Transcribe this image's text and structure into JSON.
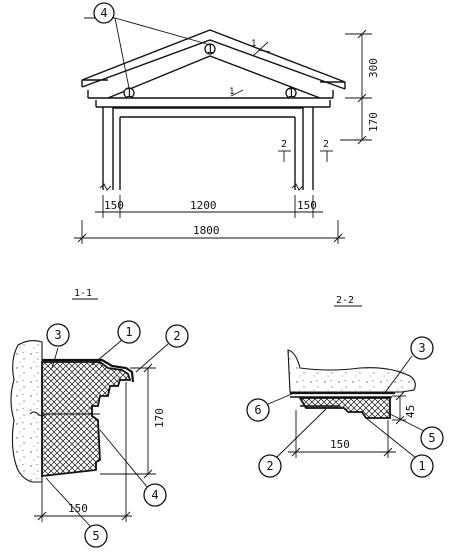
{
  "elevation": {
    "callout_top": "4",
    "section_mark": "1",
    "dims_vertical": [
      "300",
      "170"
    ],
    "dims_horizontal": [
      "150",
      "1200",
      "150"
    ],
    "dim_total": "1800",
    "section_tag_right": "2",
    "section_tag_right2": "2"
  },
  "section_1_1": {
    "title": "1-1",
    "callouts": [
      "3",
      "1",
      "2",
      "4",
      "5"
    ],
    "dim_height": "170",
    "dim_width": "150"
  },
  "section_2_2": {
    "title": "2-2",
    "callouts": [
      "3",
      "6",
      "5",
      "2",
      "1"
    ],
    "dim_height": "45",
    "dim_width": "150"
  }
}
